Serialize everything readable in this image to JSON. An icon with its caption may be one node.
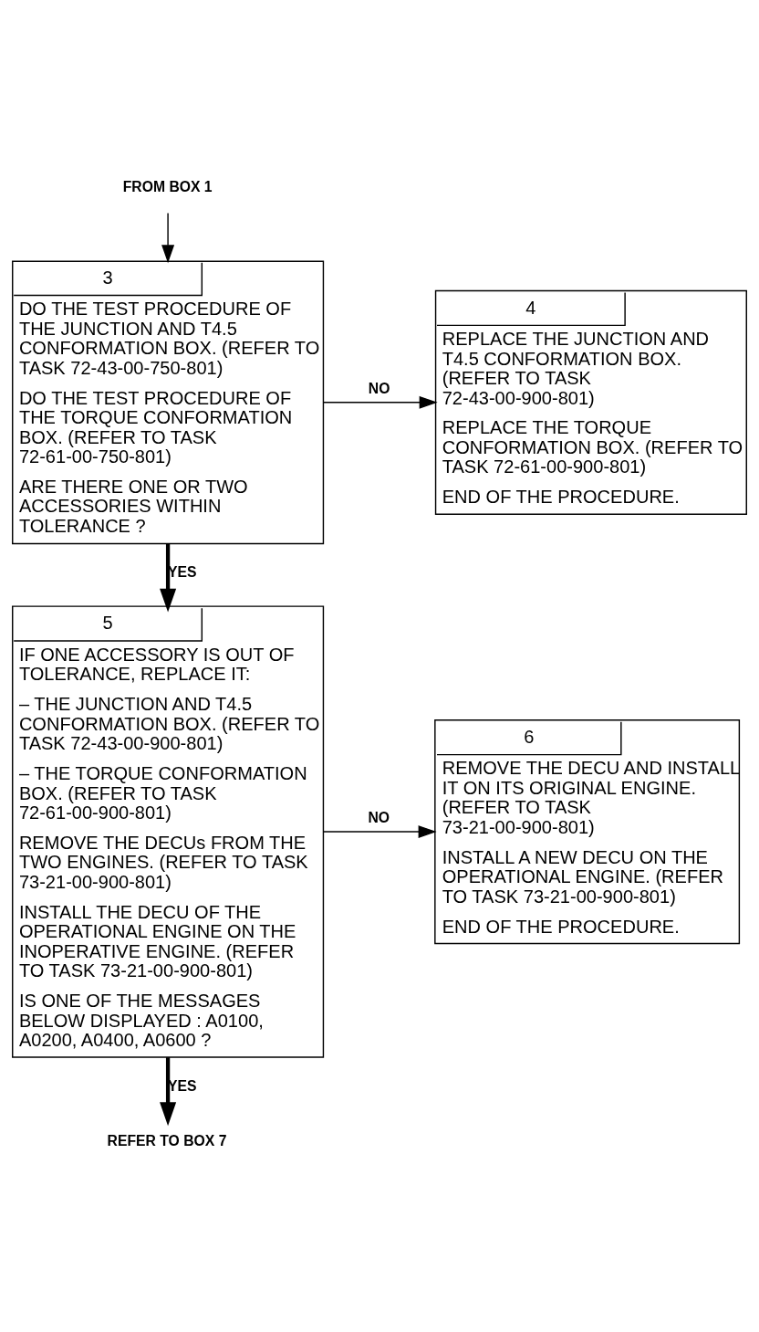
{
  "diagram": {
    "nodes": [
      {
        "text": [
          "FROM BOX 1"
        ]
      },
      {
        "text": [
          "3",
          "DO THE TEST PROCEDURE OF THE JUNCTION AND T4.5 CONFORMATION BOX. (REFER TO TASK 72-43-00-750-801)",
          "DO THE TEST PROCEDURE OF THE TORQUE CONFORMATION BOX. (REFER TO TASK 72-61-00-750-801)",
          "ARE THERE ONE OR TWO ACCESSORIES WITHIN TOLERANCE ?"
        ]
      },
      {
        "text": [
          "4",
          "REPLACE THE JUNCTION AND T4.5 CONFORMATION BOX. (REFER TO TASK 72-43-00-900-801)",
          "REPLACE THE TORQUE CONFORMATION BOX. (REFER TO TASK 72-61-00-900-801)",
          "END OF THE PROCEDURE."
        ]
      },
      {
        "text": [
          "5",
          "IF ONE ACCESSORY IS OUT OF TOLERANCE, REPLACE IT:",
          "– THE JUNCTION AND T4.5 CONFORMATION BOX. (REFER TO TASK 72-43-00-900-801)",
          "– THE TORQUE CONFORMATION BOX. (REFER TO TASK 72-61-00-900-801)",
          "REMOVE THE DECUs FROM THE TWO ENGINES. (REFER TO TASK 73-21-00-900-801)",
          "INSTALL THE DECU OF THE OPERATIONAL ENGINE ON THE INOPERATIVE ENGINE. (REFER TO TASK 73-21-00-900-801)",
          "IS ONE OF THE MESSAGES BELOW DISPLAYED : A0100, A0200, A0400, A0600 ?"
        ]
      },
      {
        "text": [
          "6",
          "REMOVE THE DECU AND INSTALL IT ON ITS ORIGINAL ENGINE. (REFER TO TASK 73-21-00-900-801)",
          "INSTALL A NEW DECU ON THE OPERATIONAL ENGINE. (REFER TO TASK 73-21-00-900-801)",
          "END OF THE PROCEDURE."
        ]
      },
      {
        "text": [
          "REFER TO BOX 7"
        ]
      }
    ],
    "edges": [
      {
        "from": 0,
        "to": 1,
        "arrow": "to"
      },
      {
        "from": 1,
        "to": 2,
        "arrow": "to",
        "label": "NO"
      },
      {
        "from": 1,
        "to": 3,
        "arrow": "to",
        "label": "YES",
        "style": "thick"
      },
      {
        "from": 3,
        "to": 4,
        "arrow": "to",
        "label": "NO"
      },
      {
        "from": 3,
        "to": 5,
        "arrow": "to",
        "label": "YES",
        "style": "thick"
      }
    ]
  }
}
